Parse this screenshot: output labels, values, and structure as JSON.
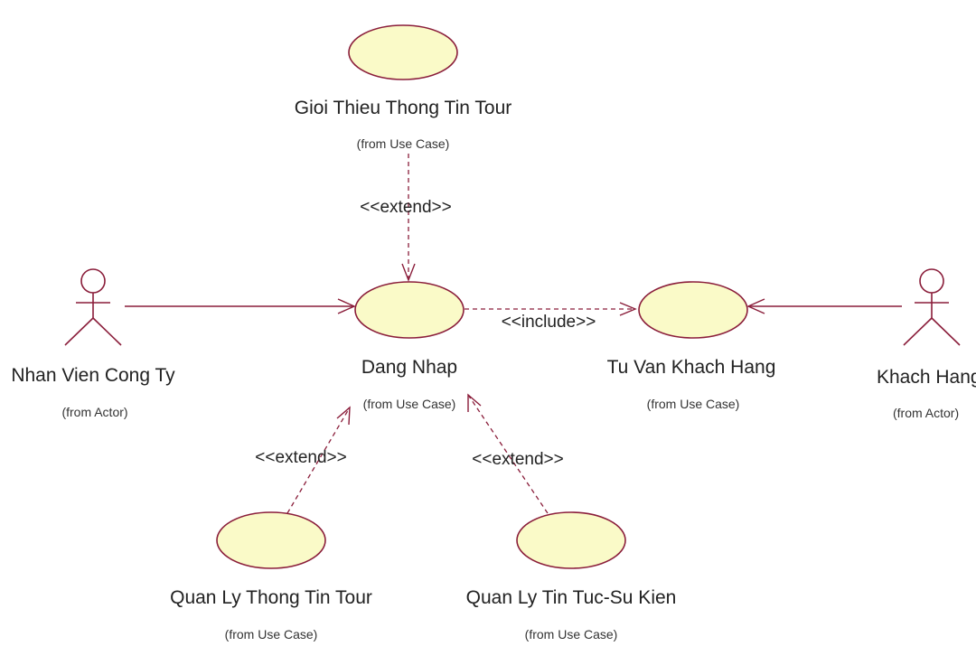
{
  "actors": {
    "nhan_vien": {
      "name": "Nhan Vien Cong Ty",
      "from": "(from Actor)"
    },
    "khach_hang": {
      "name": "Khach Hang",
      "from": "(from Actor)"
    }
  },
  "use_cases": {
    "gioi_thieu": {
      "name": "Gioi Thieu Thong Tin Tour",
      "from": "(from Use Case)"
    },
    "dang_nhap": {
      "name": "Dang Nhap",
      "from": "(from Use Case)"
    },
    "tu_van": {
      "name": "Tu Van Khach Hang",
      "from": "(from Use Case)"
    },
    "quan_ly_tour": {
      "name": "Quan Ly Thong Tin Tour",
      "from": "(from Use Case)"
    },
    "quan_ly_tin_tuc": {
      "name": "Quan Ly Tin Tuc-Su Kien",
      "from": "(from Use Case)"
    }
  },
  "relations": {
    "extend_gioi_thieu": "<<extend>>",
    "include_tu_van": "<<include>>",
    "extend_quan_ly_tour": "<<extend>>",
    "extend_quan_ly_tin_tuc": "<<extend>>"
  },
  "colors": {
    "line": "#8a1d3a",
    "use_case_fill": "#fafac8"
  }
}
